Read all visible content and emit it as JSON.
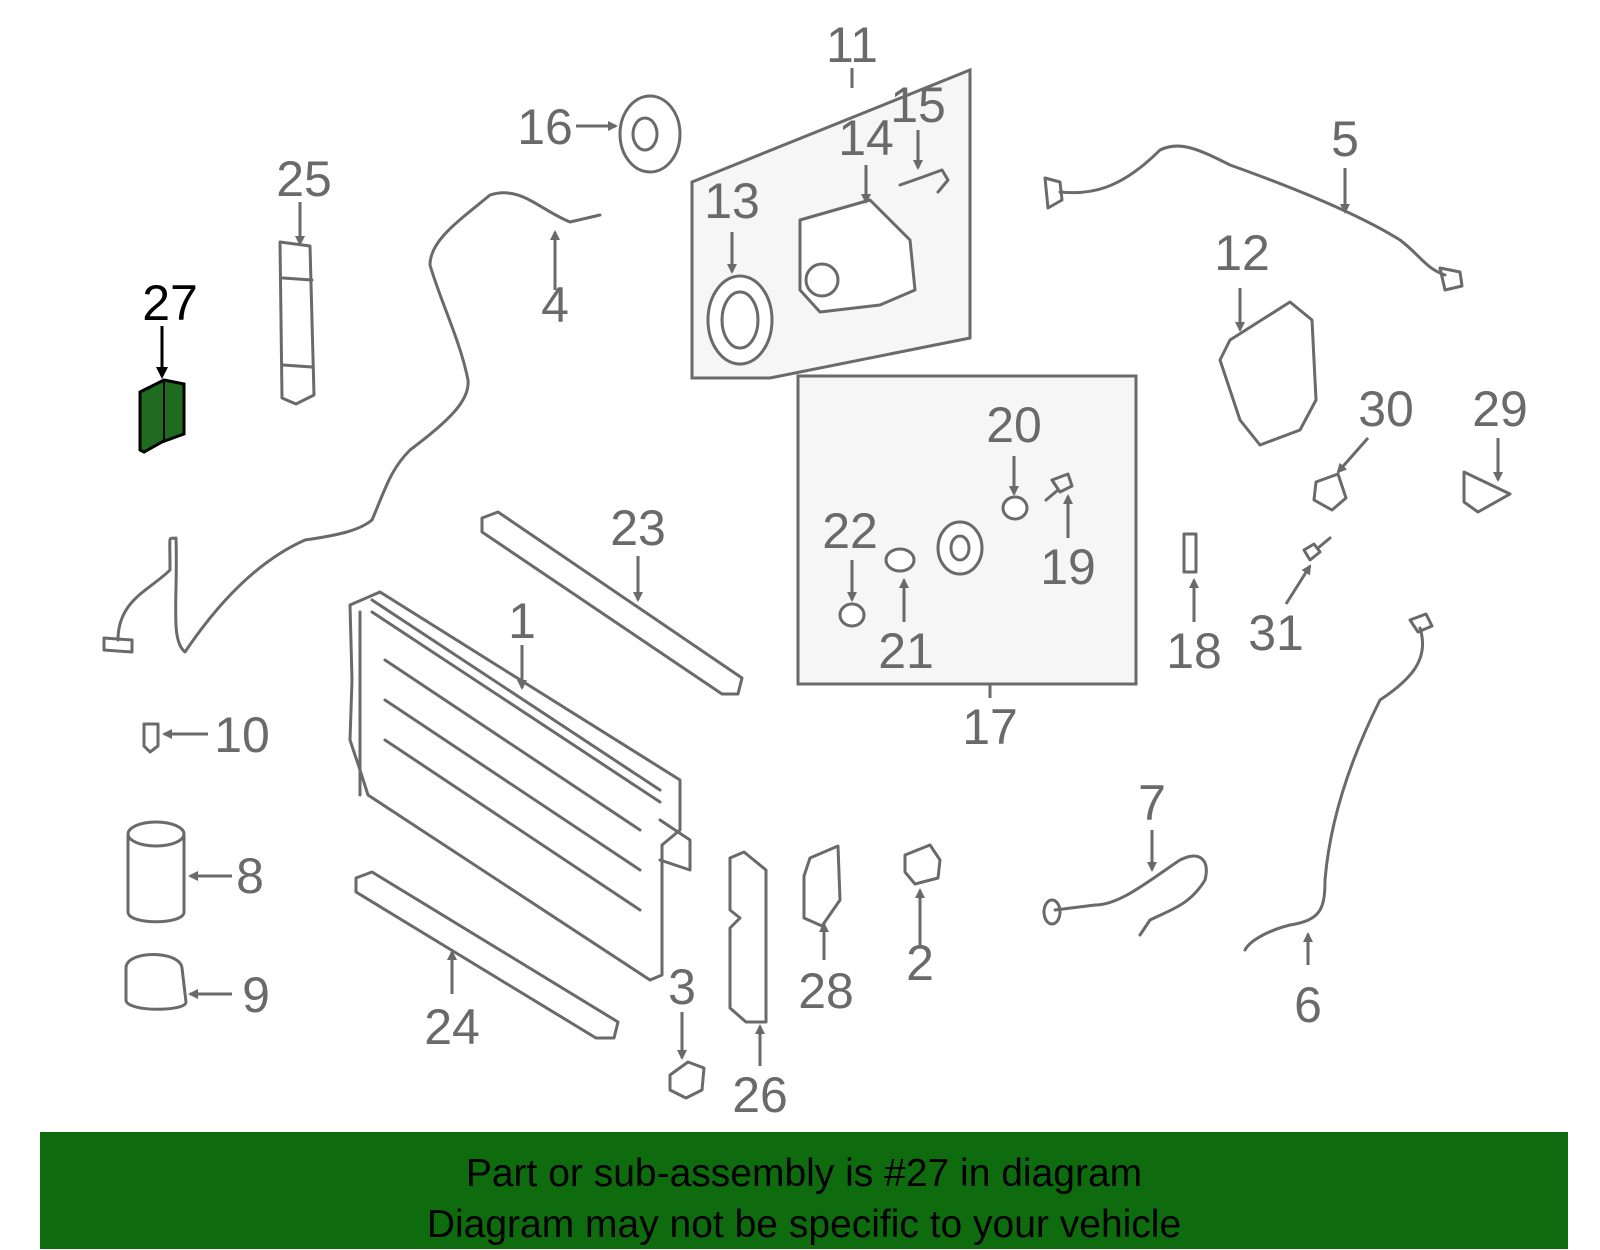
{
  "callouts": {
    "c1": "1",
    "c2": "2",
    "c3": "3",
    "c4": "4",
    "c5": "5",
    "c6": "6",
    "c7": "7",
    "c8": "8",
    "c9": "9",
    "c10": "10",
    "c11": "11",
    "c12": "12",
    "c13": "13",
    "c14": "14",
    "c15": "15",
    "c16": "16",
    "c17": "17",
    "c18": "18",
    "c19": "19",
    "c20": "20",
    "c21": "21",
    "c22": "22",
    "c23": "23",
    "c24": "24",
    "c25": "25",
    "c26": "26",
    "c27": "27",
    "c28": "28",
    "c29": "29",
    "c30": "30",
    "c31": "31"
  },
  "selected_part": "27",
  "colors": {
    "highlight": "#1f6b1f",
    "banner": "#0e6b0e",
    "line": "#6a6a6a"
  },
  "banner": {
    "line1": "Part or sub-assembly is #27 in diagram",
    "line2": "Diagram may not be specific to your vehicle"
  }
}
